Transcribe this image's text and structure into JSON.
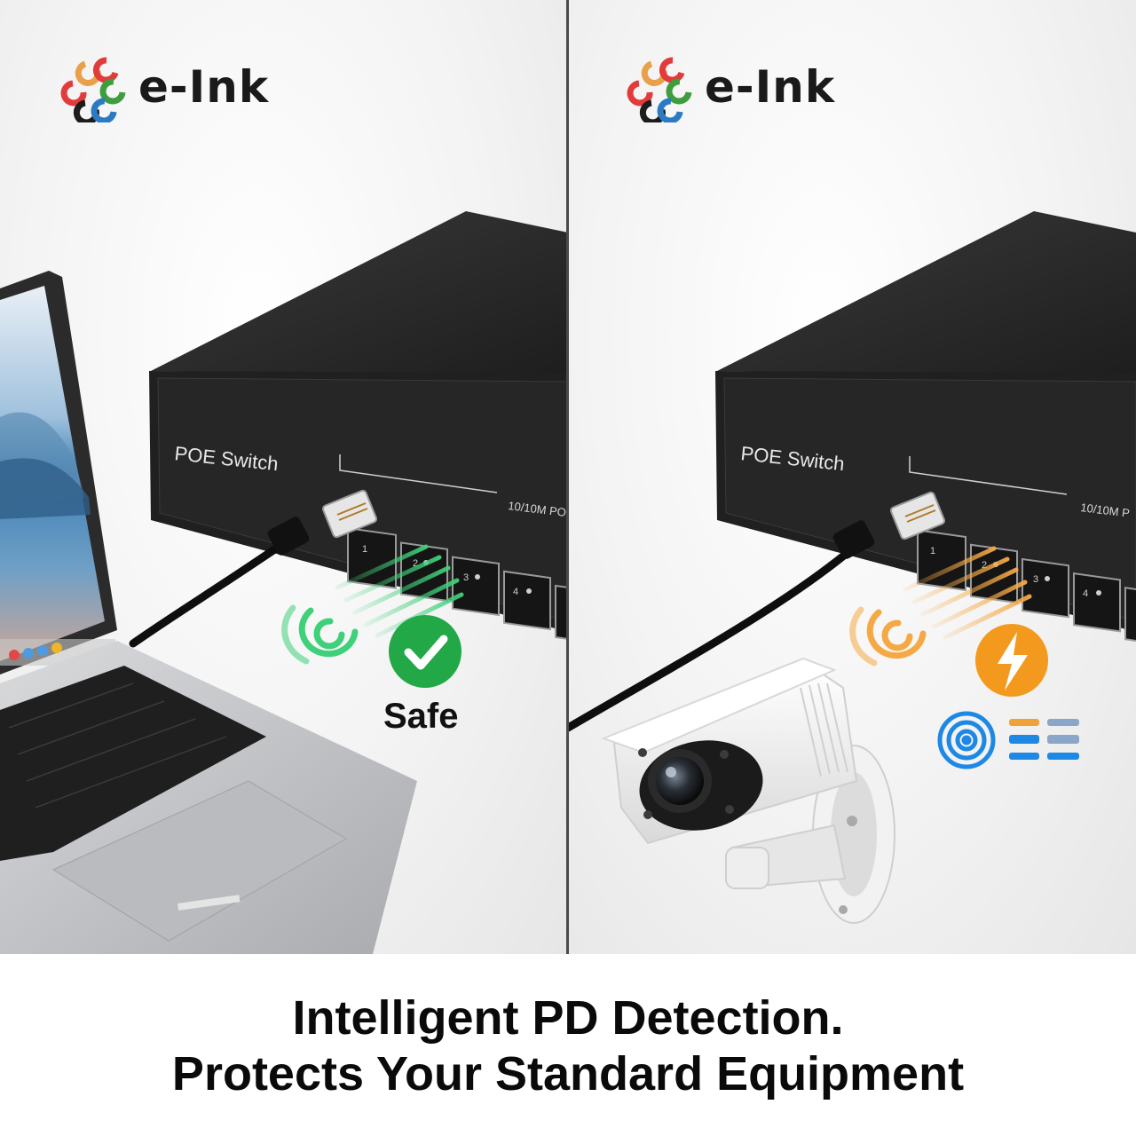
{
  "brand": {
    "name": "e-Ink",
    "color": "#1a1a1a"
  },
  "left_panel": {
    "device_label": "POE Switch",
    "port_speed_label": "10/10M PO",
    "port_numbers": [
      "1",
      "2",
      "3",
      "4"
    ],
    "status_label": "Safe",
    "status_icon": "check-circle-icon",
    "status_color": "#22a846",
    "signal_color": "#3fd07a"
  },
  "right_panel": {
    "device_label": "POE Switch",
    "port_speed_label": "10/10M P",
    "port_numbers": [
      "1",
      "2",
      "3",
      "4"
    ],
    "status_icon": "lightning-bolt-icon",
    "status_color": "#f39a1e",
    "signal_color": "#f5a945",
    "detection_icons": [
      "target-rings-icon",
      "list-bars-icon"
    ],
    "detection_color": "#1e88e5"
  },
  "caption": {
    "line1": "Intelligent PD Detection.",
    "line2": "Protects Your Standard Equipment"
  }
}
